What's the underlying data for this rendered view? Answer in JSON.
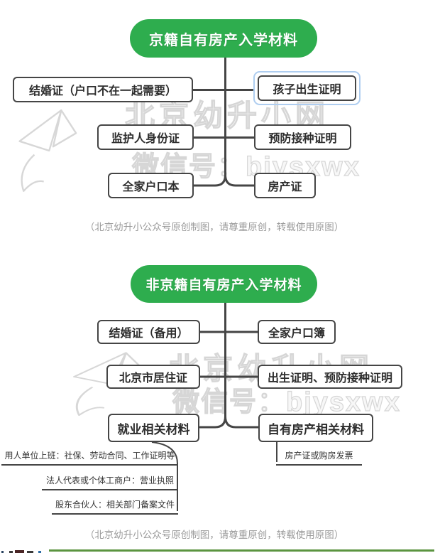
{
  "watermark": {
    "line1": "北京幼升小网",
    "line2": "微信号：bjysxwx"
  },
  "colors": {
    "brand_green": "#2ead4e",
    "divider_green": "#5b9440",
    "line_dark": "#454545",
    "selection_blue": "#aecdf0",
    "watermark_gray": "#d6d6d6",
    "caption_gray": "#9b9b9b"
  },
  "diagram1": {
    "title": "京籍自有房产入学材料",
    "left_nodes": [
      "结婚证（户口不在一起需要）",
      "监护人身份证",
      "全家户口本"
    ],
    "right_nodes": [
      "孩子出生证明",
      "预防接种证明",
      "房产证"
    ],
    "caption": "（北京幼升小公众号原创制图，请尊重原创，转载使用原图）"
  },
  "diagram2": {
    "title": "非京籍自有房产入学材料",
    "left_nodes": [
      "结婚证（备用）",
      "北京市居住证",
      "就业相关材料"
    ],
    "right_nodes": [
      "全家户口簿",
      "出生证明、预防接种证明",
      "自有房产相关材料"
    ],
    "employment_notes": [
      "用人单位上班：社保、劳动合同、工作证明等",
      "法人代表或个体工商户：营业执照",
      "股东合伙人：相关部门备案文件"
    ],
    "property_note": "房产证或购房发票",
    "caption": "（北京幼升小公众号原创制图，请尊重原创，转载使用原图）"
  }
}
